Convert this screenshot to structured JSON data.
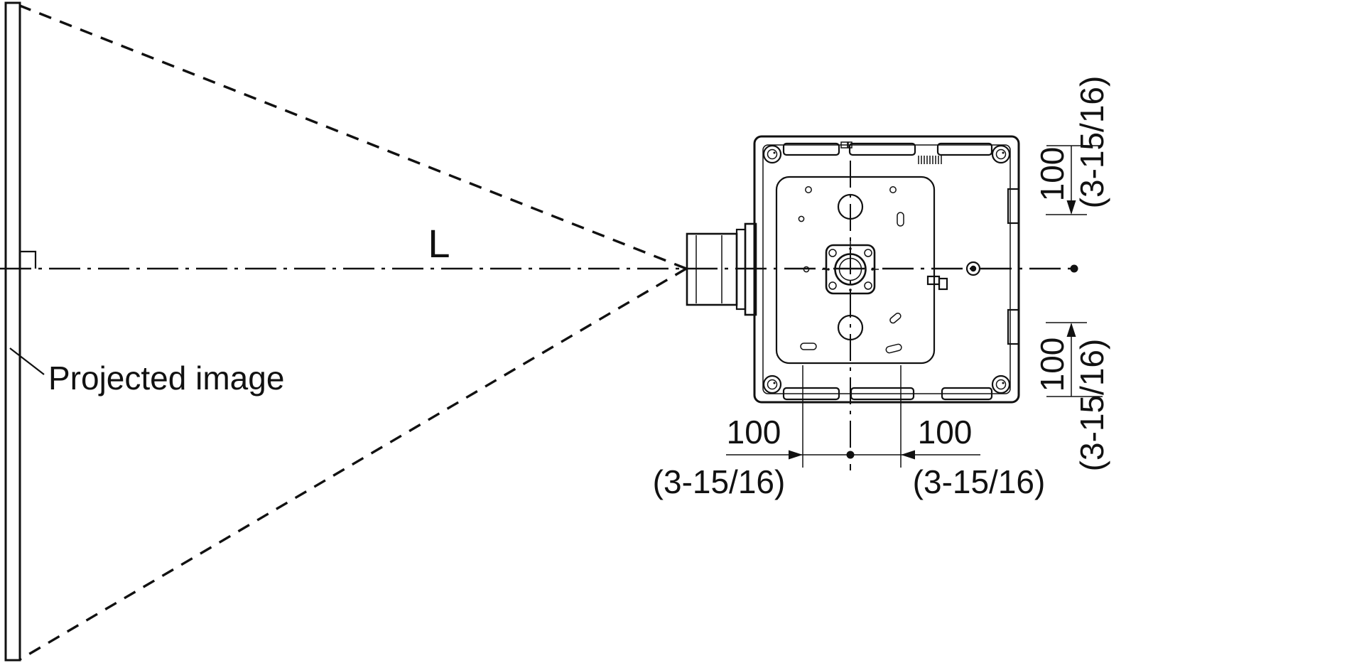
{
  "labels": {
    "projection_distance": "L",
    "projected_image": "Projected image"
  },
  "dims": {
    "right_top": {
      "mm": "100",
      "inches": "(3-15/16)"
    },
    "right_bottom": {
      "mm": "100",
      "inches": "(3-15/16)"
    },
    "bottom_left": {
      "mm": "100",
      "inches": "(3-15/16)"
    },
    "bottom_right": {
      "mm": "100",
      "inches": "(3-15/16)"
    }
  },
  "colors": {
    "line": "#111111",
    "background": "#ffffff"
  }
}
